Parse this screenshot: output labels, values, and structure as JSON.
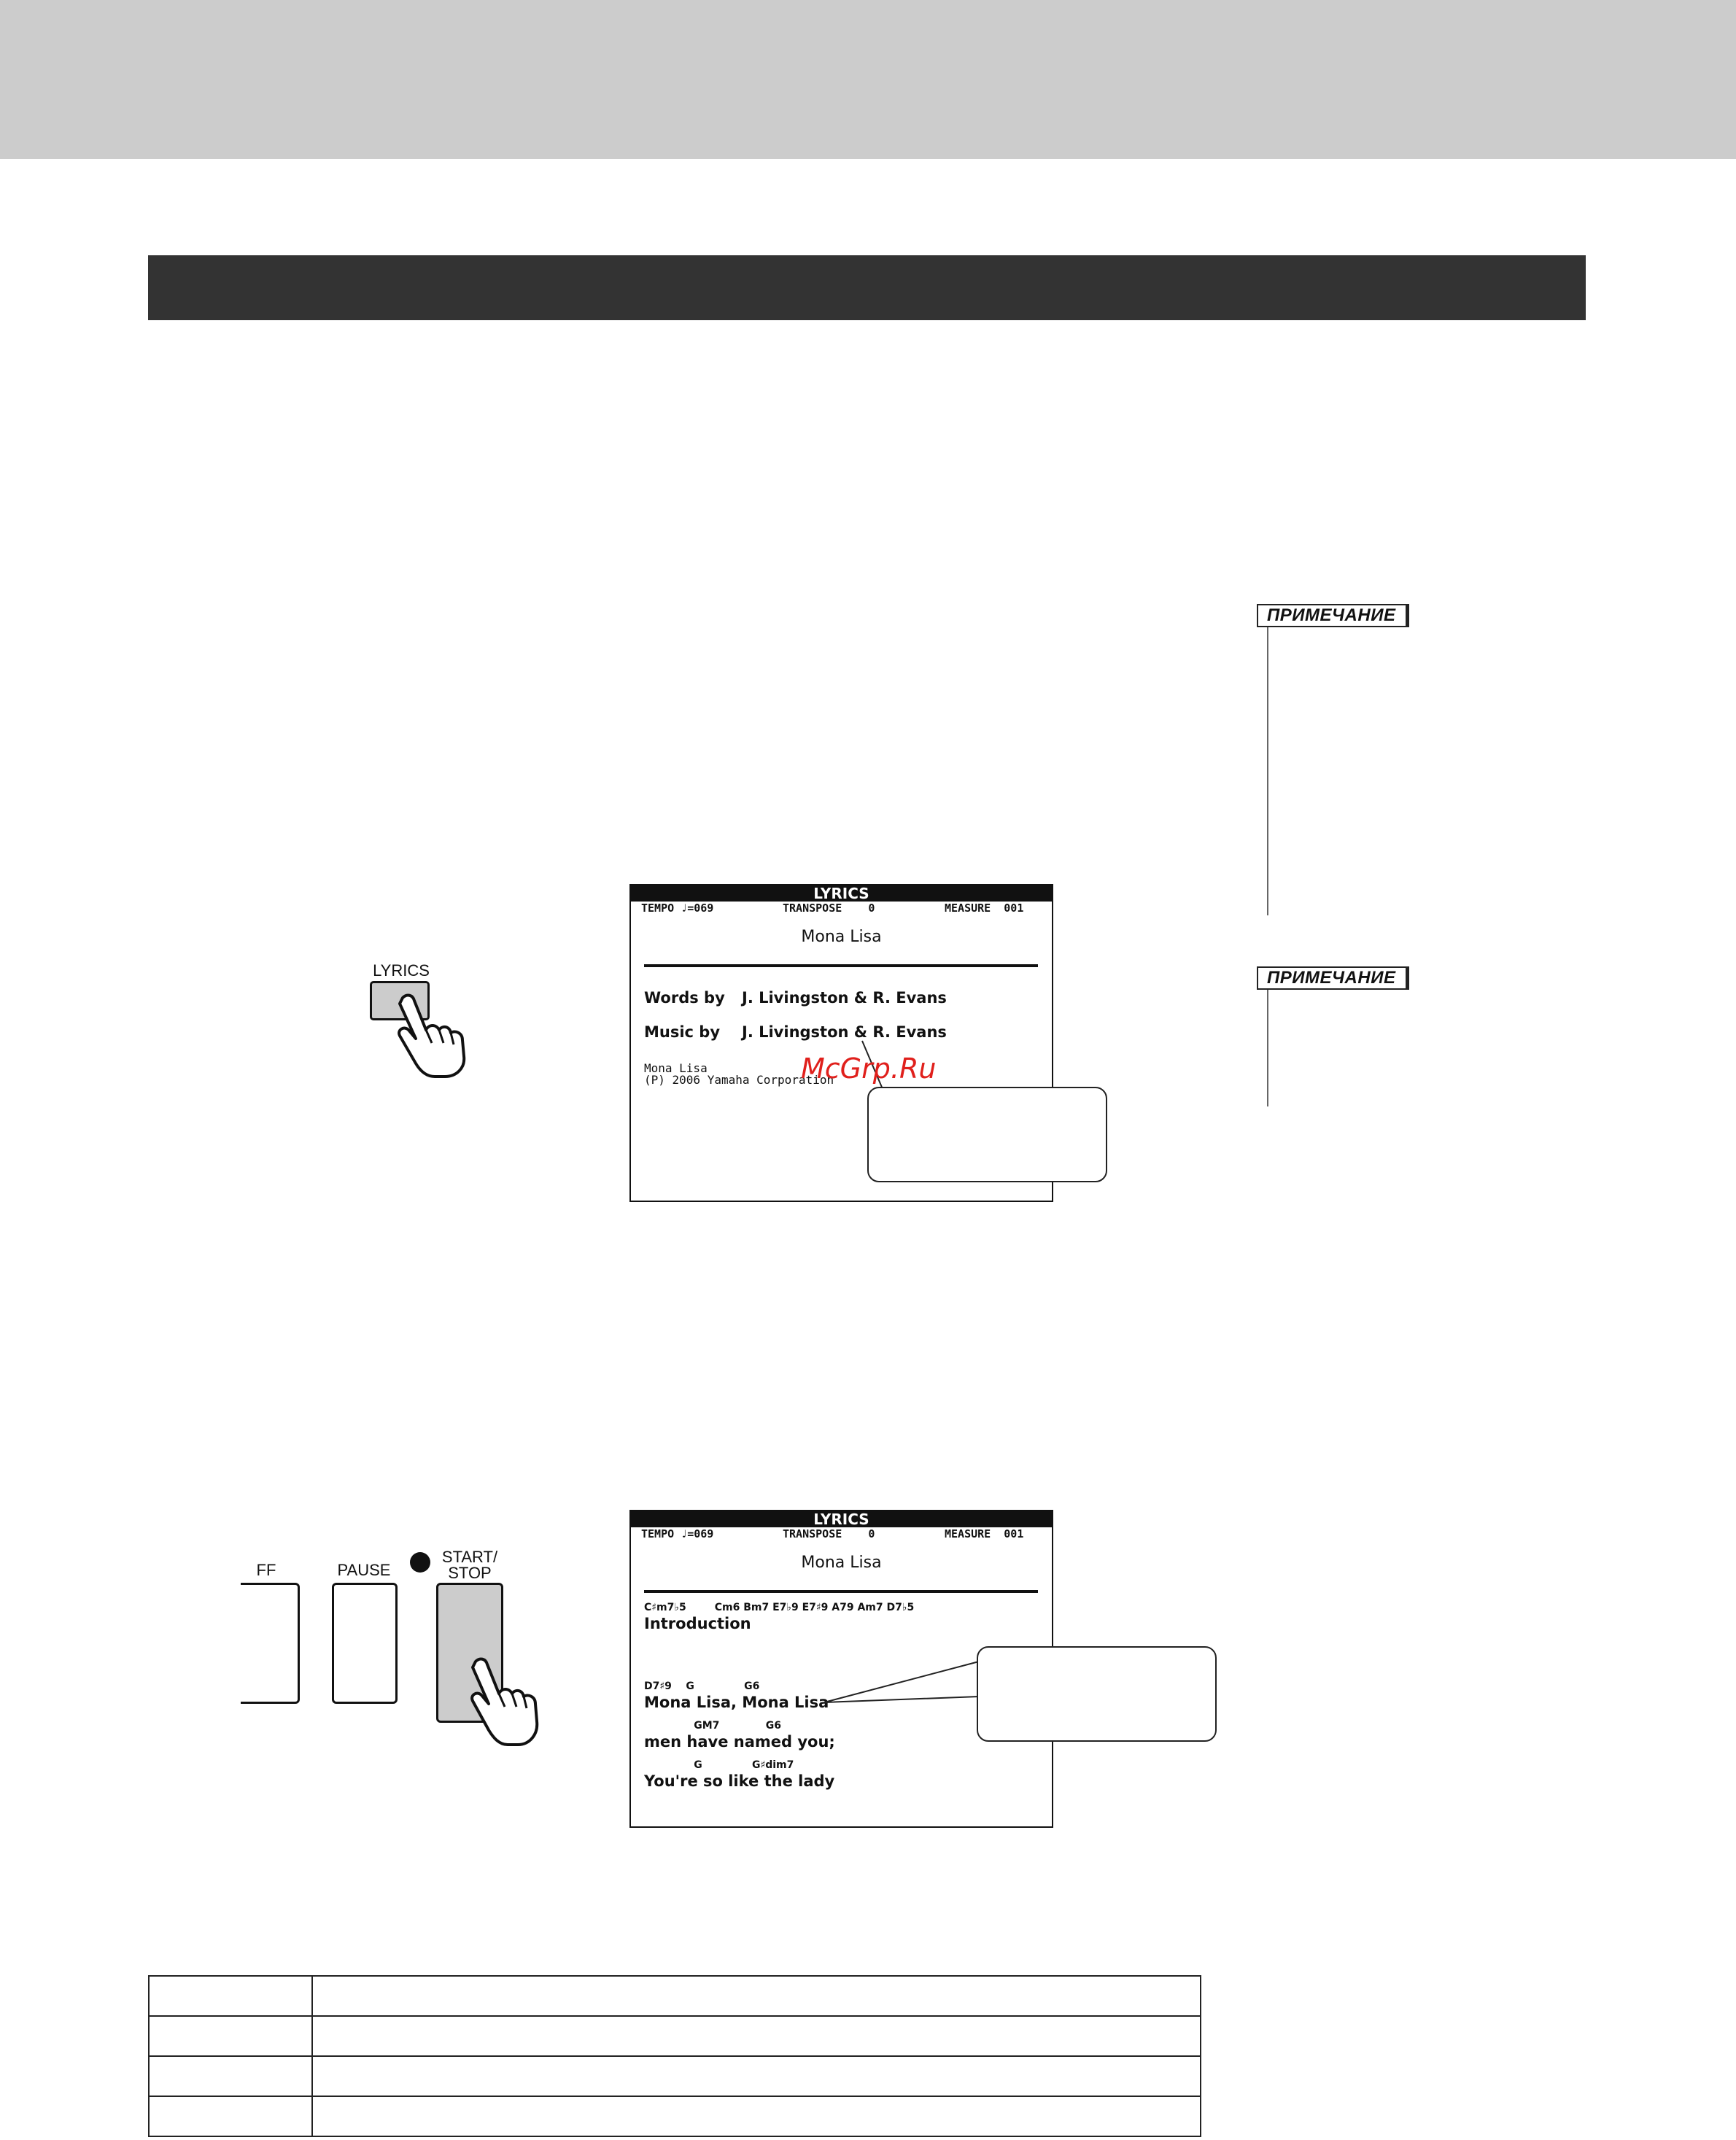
{
  "notes": {
    "note1_tag": "ПРИМЕЧАНИЕ",
    "note2_tag": "ПРИМЕЧАНИЕ"
  },
  "buttons": {
    "lyrics_label": "LYRICS",
    "ff_label": "FF",
    "pause_label": "PAUSE",
    "start_stop_line1": "START/",
    "start_stop_line2": "STOP"
  },
  "lcd1": {
    "header": "LYRICS",
    "tempo": "TEMPO ♩=069",
    "transpose": "TRANSPOSE    0",
    "measure": "MEASURE  001",
    "song_title": "Mona Lisa",
    "words_label": "Words by",
    "words_value": "J. Livingston & R. Evans",
    "music_label": "Music by",
    "music_value": "J. Livingston & R. Evans",
    "copyright_line1": "Mona Lisa",
    "copyright_line2": "(P) 2006 Yamaha Corporation"
  },
  "lcd2": {
    "header": "LYRICS",
    "tempo": "TEMPO ♩=069",
    "transpose": "TRANSPOSE    0",
    "measure": "MEASURE  001",
    "song_title": "Mona Lisa",
    "chords1": "C♯m7♭5        Cm6 Bm7 E7♭9 E7♯9 A79 Am7 D7♭5",
    "lyric1": "Introduction",
    "chords2": "D7♯9    G              G6",
    "lyric2": "Mona Lisa, Mona Lisa",
    "chords3": "              GM7             G6",
    "lyric3": "men have named you;",
    "chords4": "              G              G♯dim7",
    "lyric4": "You're so like the lady"
  },
  "watermark": "McGrp.Ru",
  "colors": {
    "top_band": "#cccccc",
    "section_bar": "#333333",
    "button_fill": "#cccccc",
    "watermark": "#e0201c"
  },
  "table": {
    "rows": 4,
    "columns": 2
  }
}
